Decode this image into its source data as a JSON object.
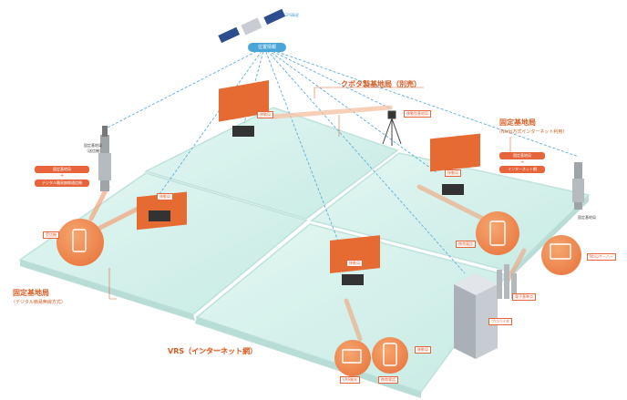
{
  "gps": {
    "satellite_label": "GPS衛星",
    "position_info": "位置情報"
  },
  "kubota_base": {
    "title": "クボタ製基地局（別売）",
    "device_label": "移動型基地局"
  },
  "fixed_right": {
    "title": "固定基地局",
    "subtitle": "（Ntrip方式インターネット利用）",
    "pill_1": "固定基地局",
    "pill_2": "インターネット網",
    "pole_label": "固定基地局"
  },
  "fixed_left": {
    "pole_label_1": "固定基地局",
    "pole_label_2": "（送信機）",
    "pill_1": "固定基地局",
    "pill_2": "デジタル簡易無線通信機",
    "receiver_tag": "受信機"
  },
  "fixed_left_bottom": {
    "title": "固定基地局",
    "subtitle": "（デジタル簡易無線方式）"
  },
  "vrs": {
    "title": "VRS（インターネット網）",
    "terminal_tag": "VRS端末",
    "phone_tag": "携帯電話"
  },
  "right_devices": {
    "phone_tag": "携帯電話",
    "ntrip_tag": "Ntripサーバー"
  },
  "server": {
    "ref_station_tag": "電子基準点",
    "provider_tag": "プロバイダ"
  },
  "small_tags": {
    "machine_1": "移動局",
    "machine_2": "移動局",
    "machine_3": "移動局",
    "machine_4": "移動局",
    "machine_5": "移動局"
  },
  "plus_sign": "+",
  "colors": {
    "accent": "#e8643a",
    "gps_blue": "#4aa6d9",
    "field": "#cfeee7",
    "field_edge": "#bfe2dc"
  }
}
